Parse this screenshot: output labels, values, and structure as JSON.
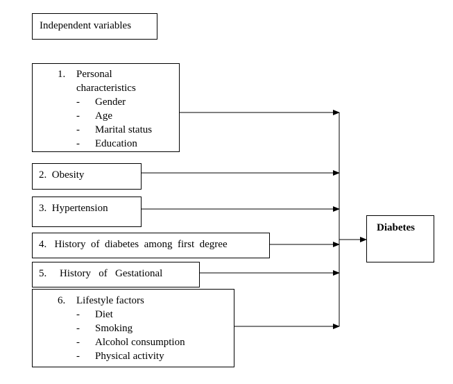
{
  "header": {
    "label": "Independent variables"
  },
  "variables": {
    "personal": {
      "number": "1.",
      "title_line1": "Personal",
      "title_line2": "characteristics",
      "items": [
        "Gender",
        "Age",
        "Marital status",
        "Education"
      ]
    },
    "obesity": {
      "label": "2.  Obesity"
    },
    "hypertension": {
      "label": "3.  Hypertension"
    },
    "history_diabetes": {
      "label": "4.   History  of  diabetes  among  first  degree"
    },
    "history_gestational": {
      "label": "5.     History   of   Gestational"
    },
    "lifestyle": {
      "number": "6.",
      "title": "Lifestyle factors",
      "items": [
        "Diet",
        "Smoking",
        "Alcohol consumption",
        "Physical activity"
      ]
    }
  },
  "outcome": {
    "label": "Diabetes"
  },
  "bullet_dash": "-"
}
